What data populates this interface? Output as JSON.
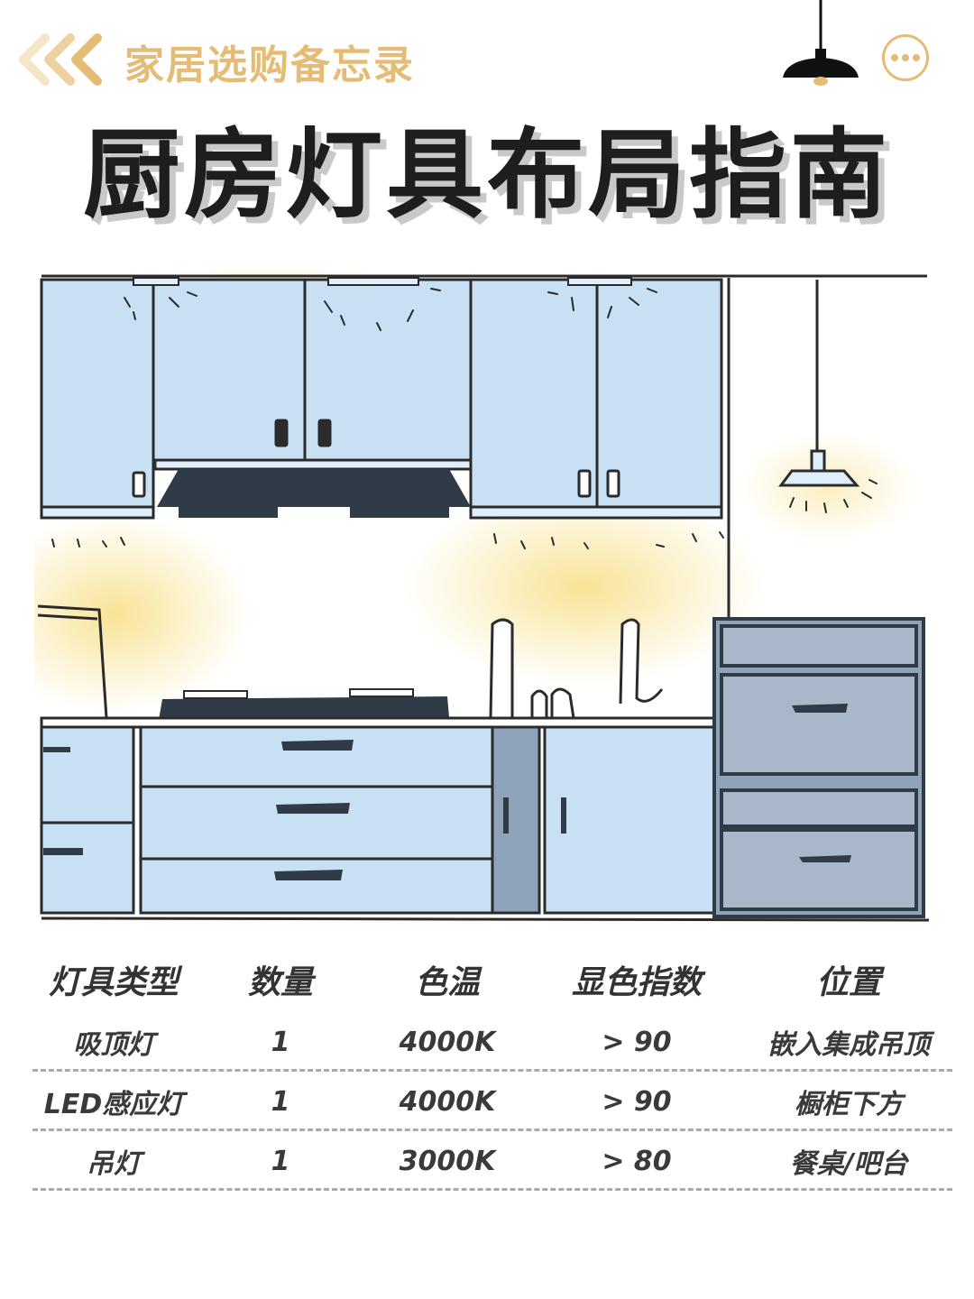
{
  "header": {
    "title": "家居选购备忘录",
    "icons": {
      "back": "chevrons-left-icon",
      "lamp": "pendant-lamp-icon",
      "more": "more-dots-icon"
    }
  },
  "page_title": "厨房灯具布局指南",
  "colors": {
    "accent": "#e5bc76",
    "cabinet": "#c8e0f4",
    "outline": "#2b2b2b",
    "hood": "#2f3b47",
    "light_glow": "#f7e08a",
    "dishwasher": "#8fa4bb"
  },
  "table": {
    "headers": [
      "灯具类型",
      "数量",
      "色温",
      "显色指数",
      "位置"
    ],
    "rows": [
      [
        "吸顶灯",
        "1",
        "4000K",
        "> 90",
        "嵌入集成吊顶"
      ],
      [
        "LED感应灯",
        "1",
        "4000K",
        "> 90",
        "橱柜下方"
      ],
      [
        "吊灯",
        "1",
        "3000K",
        "> 80",
        "餐桌/吧台"
      ]
    ]
  }
}
